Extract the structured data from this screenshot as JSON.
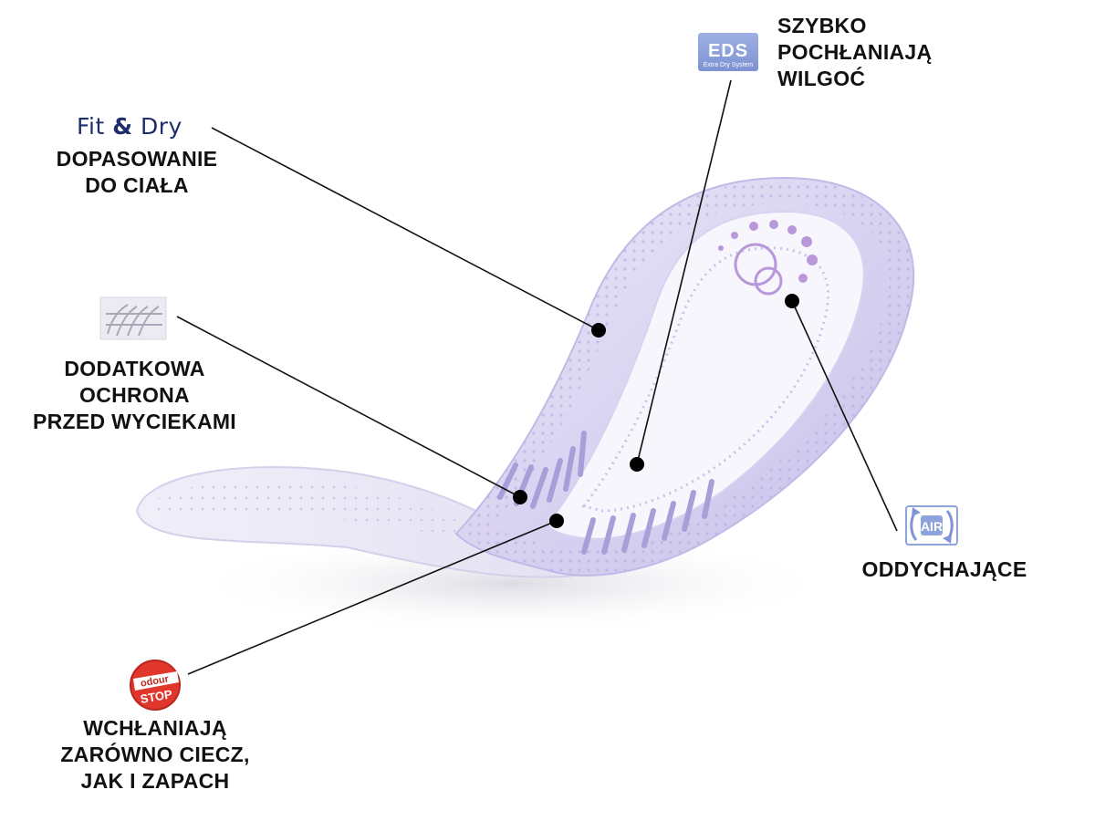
{
  "logos": {
    "fitdry": {
      "part1": "Fit",
      "amp": "&",
      "part2": "Dry"
    },
    "eds": {
      "title": "EDS",
      "subtitle": "Extra Dry System"
    },
    "air": {
      "text": "AIR"
    },
    "odour": {
      "top": "odour",
      "bottom": "STOP"
    }
  },
  "callouts": {
    "fit_dry": {
      "lines": [
        "DOPASOWANIE",
        "DO CIAŁA"
      ]
    },
    "barriers": {
      "lines": [
        "DODATKOWA",
        "OCHRONA",
        "PRZED WYCIEKAMI"
      ]
    },
    "eds": {
      "lines": [
        "SZYBKO",
        "POCHŁANIAJĄ",
        "WILGOĆ"
      ]
    },
    "air": {
      "lines": [
        "ODDYCHAJĄCE"
      ]
    },
    "odour": {
      "lines": [
        "WCHŁANIAJĄ",
        "ZARÓWNO CIECZ,",
        "JAK I ZAPACH"
      ]
    }
  },
  "colors": {
    "pad_lavender": "#cfc8ee",
    "pad_white": "#f4f3fb",
    "accent_purple": "#a98ad6",
    "logo_blue": "#8ea2db",
    "fitdry_navy": "#1f2d6b",
    "odour_red": "#e0362c",
    "leader_line": "#111111"
  }
}
